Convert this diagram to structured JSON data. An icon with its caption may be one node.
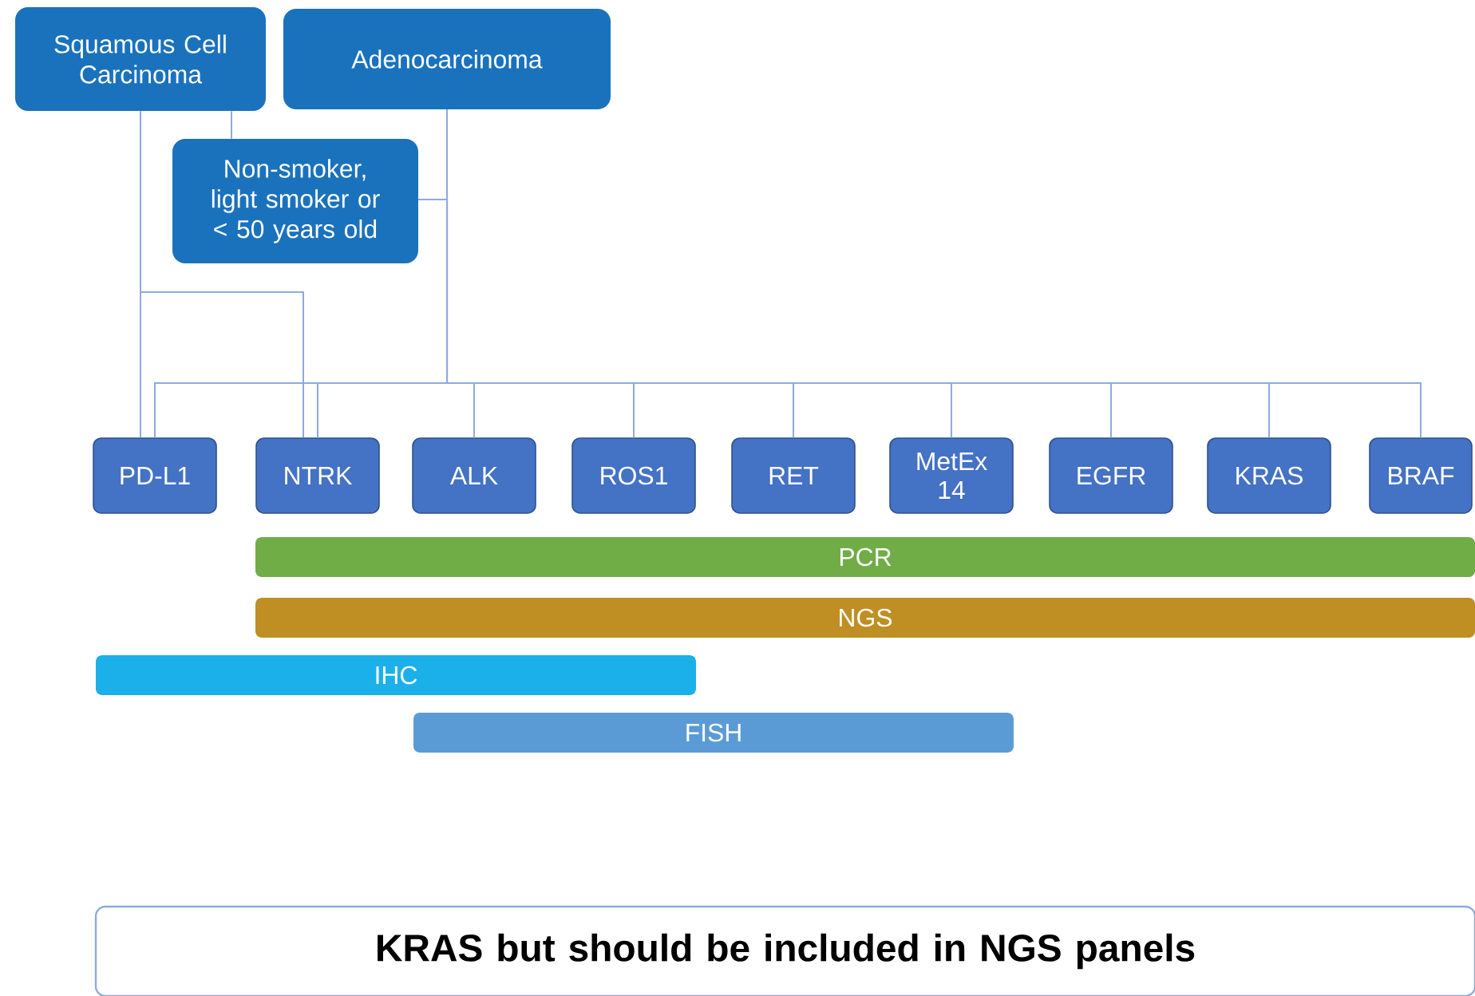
{
  "diagram": {
    "nodes": [
      {
        "text": [
          "Squamous Cell Carcinoma"
        ]
      },
      {
        "text": [
          "Adenocarcinoma"
        ]
      },
      {
        "text": [
          "Non-smoker, light smoker or < 50 years old"
        ]
      },
      {
        "text": [
          "PD-L1"
        ]
      },
      {
        "text": [
          "NTRK"
        ]
      },
      {
        "text": [
          "ALK"
        ]
      },
      {
        "text": [
          "ROS1"
        ]
      },
      {
        "text": [
          "RET"
        ]
      },
      {
        "text": [
          "MetEx 14"
        ]
      },
      {
        "text": [
          "EGFR"
        ]
      },
      {
        "text": [
          "KRAS"
        ]
      },
      {
        "text": [
          "BRAF"
        ]
      },
      {
        "text": [
          "PCR"
        ]
      },
      {
        "text": [
          "NGS"
        ]
      },
      {
        "text": [
          "IHC"
        ]
      },
      {
        "text": [
          "FISH"
        ]
      },
      {
        "text": [
          "KRAS but should be included in NGS panels"
        ]
      }
    ],
    "edges": [
      {
        "from": 0,
        "to": 2,
        "arrow": "none"
      },
      {
        "from": 0,
        "to": 3,
        "arrow": "none"
      },
      {
        "from": 0,
        "to": 4,
        "arrow": "none"
      },
      {
        "from": 1,
        "to": 3,
        "arrow": "none"
      },
      {
        "from": 1,
        "to": 4,
        "arrow": "none"
      },
      {
        "from": 1,
        "to": 5,
        "arrow": "none"
      },
      {
        "from": 1,
        "to": 6,
        "arrow": "none"
      },
      {
        "from": 1,
        "to": 7,
        "arrow": "none"
      },
      {
        "from": 1,
        "to": 8,
        "arrow": "none"
      },
      {
        "from": 1,
        "to": 9,
        "arrow": "none"
      },
      {
        "from": 1,
        "to": 10,
        "arrow": "none"
      },
      {
        "from": 1,
        "to": 11,
        "arrow": "none"
      },
      {
        "from": 2,
        "to": 3,
        "arrow": "none"
      },
      {
        "from": 2,
        "to": 4,
        "arrow": "none"
      },
      {
        "from": 2,
        "to": 5,
        "arrow": "none"
      },
      {
        "from": 2,
        "to": 6,
        "arrow": "none"
      },
      {
        "from": 2,
        "to": 7,
        "arrow": "none"
      },
      {
        "from": 2,
        "to": 8,
        "arrow": "none"
      },
      {
        "from": 2,
        "to": 9,
        "arrow": "none"
      },
      {
        "from": 2,
        "to": 10,
        "arrow": "none"
      },
      {
        "from": 2,
        "to": 11,
        "arrow": "none"
      }
    ]
  }
}
